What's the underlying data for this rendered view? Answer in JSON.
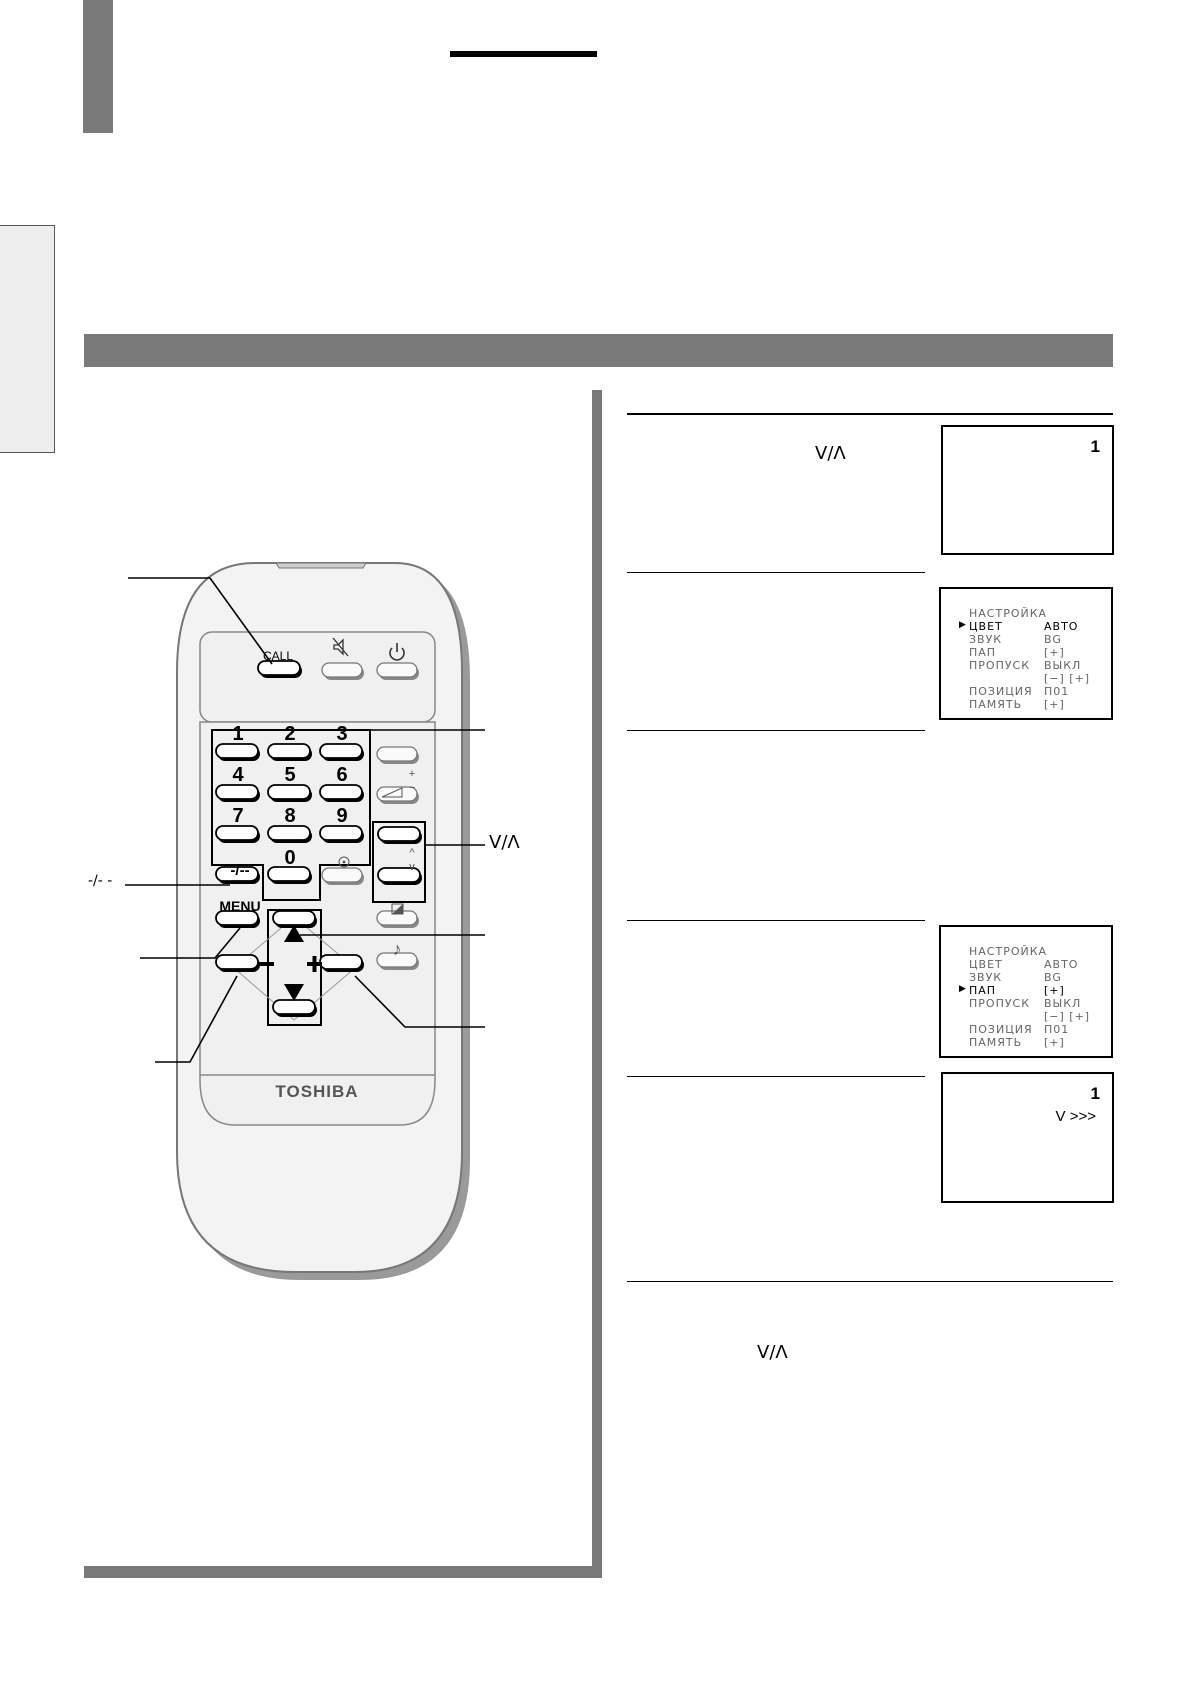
{
  "header": {
    "title_underline": ""
  },
  "remote": {
    "brand": "TOSHIBA",
    "call_label": "CALL",
    "menu_label": "MENU",
    "digit_mode_label": "-/--",
    "digits": [
      "1",
      "2",
      "3",
      "4",
      "5",
      "6",
      "7",
      "8",
      "9",
      "0"
    ],
    "callouts": {
      "digit_mode": "-/- -",
      "program_updown": "V/Λ"
    }
  },
  "steps": {
    "step1_symbol": "V/Λ",
    "final_symbol": "V/Λ"
  },
  "screens": {
    "screen1": {
      "channel": "1"
    },
    "menu1": {
      "title": "НАСТРОЙКА",
      "rows": [
        {
          "label": "ЦВЕТ",
          "value": "АВТО",
          "selected": true
        },
        {
          "label": "ЗВУК",
          "value": "BG",
          "selected": false
        },
        {
          "label": "ПАП",
          "value": "[+]",
          "selected": false
        },
        {
          "label": "ПРОПУСК",
          "value": "ВЫКЛ",
          "selected": false
        },
        {
          "label": "",
          "value": "[−] [+]",
          "selected": false
        },
        {
          "label": "ПОЗИЦИЯ",
          "value": "П01",
          "selected": false
        },
        {
          "label": "ПАМЯТЬ",
          "value": "[+]",
          "selected": false
        }
      ]
    },
    "menu2": {
      "title": "НАСТРОЙКА",
      "rows": [
        {
          "label": "ЦВЕТ",
          "value": "АВТО",
          "selected": false
        },
        {
          "label": "ЗВУК",
          "value": "BG",
          "selected": false
        },
        {
          "label": "ПАП",
          "value": "[+]",
          "selected": true
        },
        {
          "label": "ПРОПУСК",
          "value": "ВЫКЛ",
          "selected": false
        },
        {
          "label": "",
          "value": "[−] [+]",
          "selected": false
        },
        {
          "label": "ПОЗИЦИЯ",
          "value": "П01",
          "selected": false
        },
        {
          "label": "ПАМЯТЬ",
          "value": "[+]",
          "selected": false
        }
      ]
    },
    "screen2": {
      "channel": "1",
      "search": "V >>>"
    }
  },
  "colors": {
    "bar": "#7a7a7a",
    "remote_body": "#f3f3f3"
  }
}
